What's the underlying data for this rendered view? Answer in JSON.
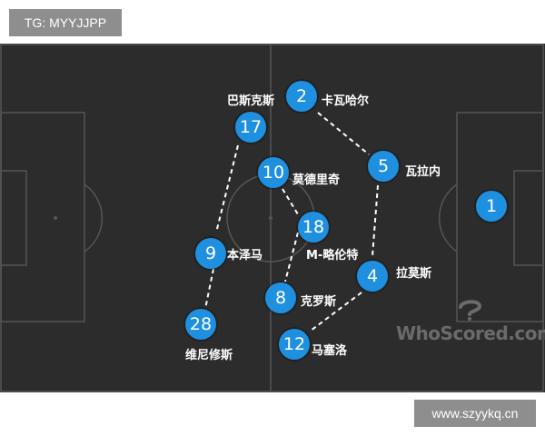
{
  "header_badge": "TG: MYYJJPP",
  "footer_badge": "www.szyykq.cn",
  "watermark": "WhoScored.com",
  "colors": {
    "player": "#1f8fe0",
    "pitch": "#2c2c2c",
    "badge": "#8e8e8e"
  },
  "players": [
    {
      "number": "2",
      "name": "卡瓦哈尔"
    },
    {
      "number": "17",
      "name": "巴斯克斯"
    },
    {
      "number": "5",
      "name": "瓦拉内"
    },
    {
      "number": "10",
      "name": "莫德里奇"
    },
    {
      "number": "18",
      "name": "M-略伦特"
    },
    {
      "number": "9",
      "name": "本泽马"
    },
    {
      "number": "4",
      "name": "拉莫斯"
    },
    {
      "number": "8",
      "name": "克罗斯"
    },
    {
      "number": "28",
      "name": "维尼修斯"
    },
    {
      "number": "12",
      "name": "马塞洛"
    },
    {
      "number": "1",
      "name": ""
    }
  ]
}
